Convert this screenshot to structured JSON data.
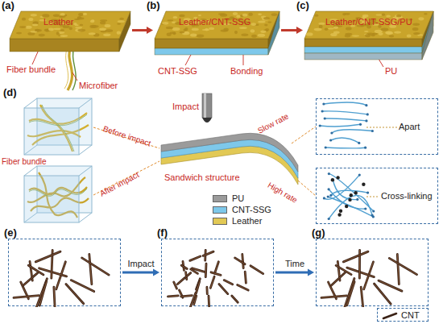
{
  "diagram": {
    "nodes": [
      {
        "text": [
          "(a)",
          "Leather"
        ]
      },
      {
        "text": [
          "(b)",
          "Leather/CNT-SSG"
        ]
      },
      {
        "text": [
          "(c)",
          "Leather/CNT-SSG/PU"
        ]
      },
      {
        "text": [
          "Apart"
        ]
      },
      {
        "text": [
          "Cross-linking"
        ]
      },
      {
        "text": [
          "(e)"
        ]
      },
      {
        "text": [
          "(f)"
        ]
      },
      {
        "text": [
          "(g)"
        ]
      }
    ],
    "edges": [
      {
        "from": 0,
        "to": 1,
        "arrow": "to"
      },
      {
        "from": 1,
        "to": 2,
        "arrow": "to"
      },
      {
        "from": 5,
        "to": 6,
        "label": "Impact",
        "arrow": "to"
      },
      {
        "from": 6,
        "to": 7,
        "label": "Time",
        "arrow": "to"
      }
    ],
    "labels": [
      "Fiber bundle",
      "Microfiber",
      "CNT-SSG",
      "Bonding",
      "PU",
      "(d)",
      "Fiber bundle",
      "Before impact",
      "After impact",
      "Impact",
      "Sandwich structure",
      "Slow rate",
      "High rate"
    ],
    "legend": [
      {
        "text": "PU",
        "color": "#9b9b9b"
      },
      {
        "text": "CNT-SSG",
        "color": "#7ec8ea"
      },
      {
        "text": "Leather",
        "color": "#e2c955"
      },
      {
        "text": "CNT"
      }
    ]
  }
}
